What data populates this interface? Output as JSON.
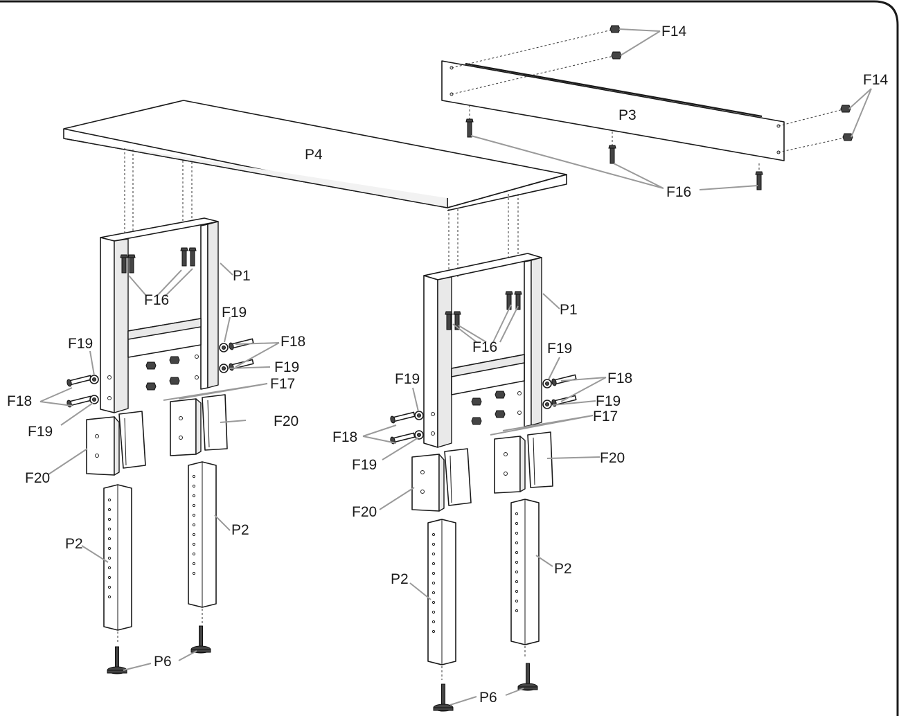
{
  "diagram": {
    "labels": {
      "p4": "P4",
      "p3": "P3",
      "p1": "P1",
      "p2": "P2",
      "p6": "P6",
      "f14": "F14",
      "f16": "F16",
      "f17": "F17",
      "f18": "F18",
      "f19": "F19",
      "f20": "F20"
    },
    "colors": {
      "outline": "#1a1a1a",
      "leader": "#9a9a9a",
      "frame": "#1a1a1a"
    }
  }
}
